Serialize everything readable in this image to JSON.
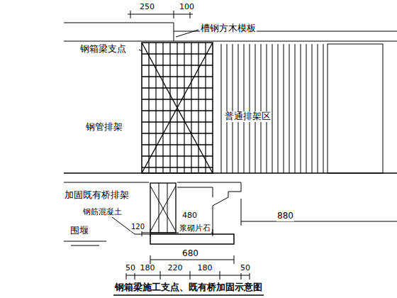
{
  "diagram": {
    "caption": "钢箱梁施工支点、既有桥加固示意图",
    "labels": [
      "250",
      "100",
      "槽钢方木模板",
      "钢箱梁支点",
      "钢管排架",
      "普通排架区",
      "加固既有桥排架",
      "钢筋混凝土",
      "围堰",
      "120",
      "480",
      "浆砌片石",
      "880",
      "680",
      "50",
      "180",
      "220",
      "180",
      "50"
    ]
  }
}
